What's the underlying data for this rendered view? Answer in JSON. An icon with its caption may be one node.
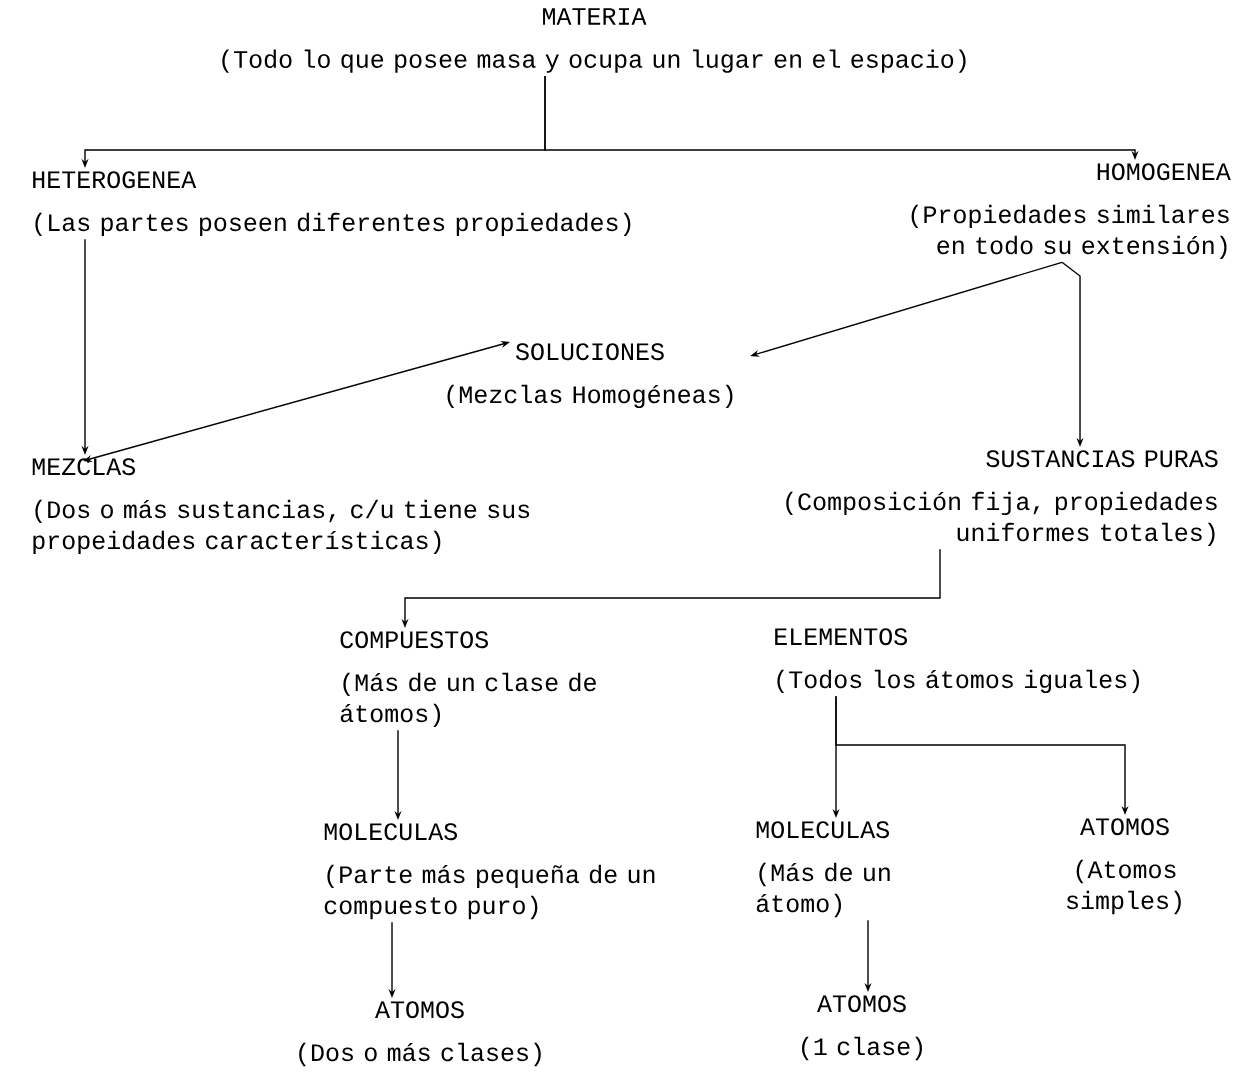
{
  "diagram": {
    "nodes": [
      {
        "text": [
          "MATERIA",
          "(Todo lo que posee masa y ocupa un lugar en el espacio)"
        ]
      },
      {
        "text": [
          "HETEROGENEA",
          "(Las partes poseen diferentes propiedades)"
        ]
      },
      {
        "text": [
          "HOMOGENEA",
          "(Propiedades similares en todo su extensión)"
        ]
      },
      {
        "text": [
          "SOLUCIONES",
          "(Mezclas Homogéneas)"
        ]
      },
      {
        "text": [
          "MEZCLAS",
          "(Dos o más sustancias, c/u tiene sus propeidades características)"
        ]
      },
      {
        "text": [
          "SUSTANCIAS PURAS",
          "(Composición fija, propiedades uniformes totales)"
        ]
      },
      {
        "text": [
          "COMPUESTOS",
          "(Más de un clase de átomos)"
        ]
      },
      {
        "text": [
          "ELEMENTOS",
          "(Todos los átomos iguales)"
        ]
      },
      {
        "text": [
          "MOLECULAS",
          "(Parte más pequeña de un compuesto puro)"
        ]
      },
      {
        "text": [
          "MOLECULAS",
          "(Más de un átomo)"
        ]
      },
      {
        "text": [
          "ATOMOS",
          "(Atomos simples)"
        ]
      },
      {
        "text": [
          "ATOMOS",
          "(Dos o más clases)"
        ]
      },
      {
        "text": [
          "ATOMOS",
          "(1 clase)"
        ]
      }
    ],
    "edges": [
      {
        "from": 0,
        "to": 1,
        "arrow": "to"
      },
      {
        "from": 0,
        "to": 2,
        "arrow": "to"
      },
      {
        "from": 1,
        "to": 4,
        "arrow": "to"
      },
      {
        "from": 2,
        "to": 3,
        "arrow": "to"
      },
      {
        "from": 2,
        "to": 5,
        "arrow": "to"
      },
      {
        "from": 3,
        "to": 4,
        "arrow": "both"
      },
      {
        "from": 5,
        "to": 6,
        "arrow": "to"
      },
      {
        "from": 6,
        "to": 8,
        "arrow": "to"
      },
      {
        "from": 8,
        "to": 11,
        "arrow": "to"
      },
      {
        "from": 7,
        "to": 9,
        "arrow": "to"
      },
      {
        "from": 7,
        "to": 10,
        "arrow": "to"
      },
      {
        "from": 9,
        "to": 12,
        "arrow": "to"
      }
    ]
  }
}
